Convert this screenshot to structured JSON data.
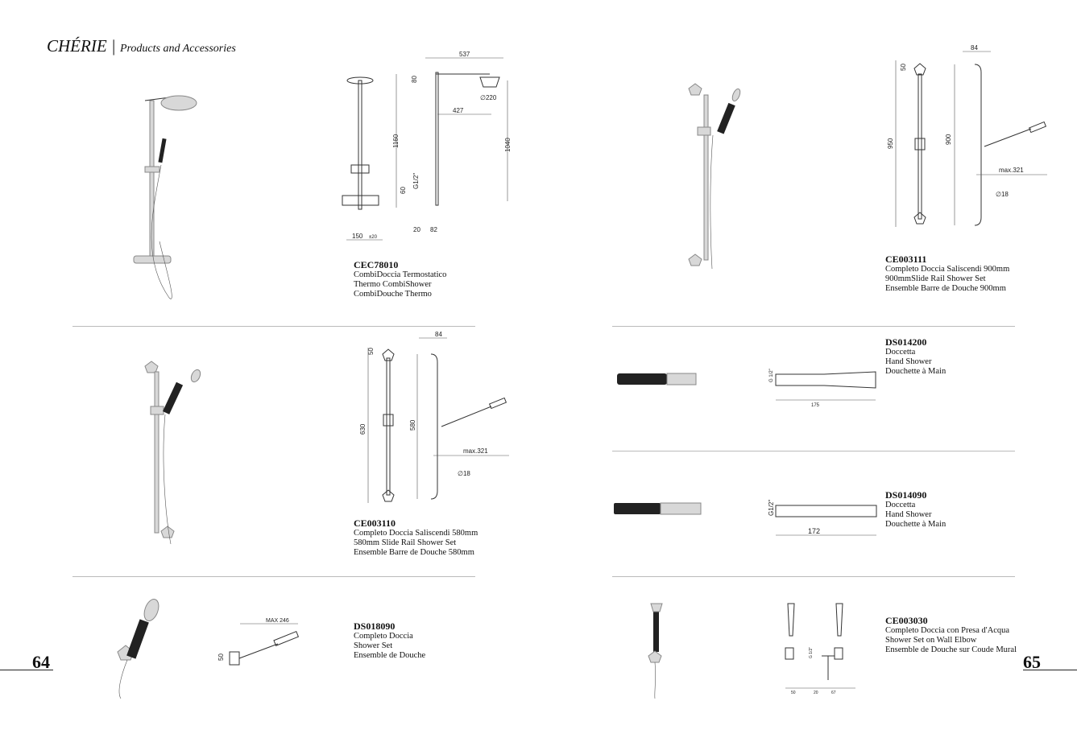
{
  "header": {
    "brand": "CHÉRIE",
    "divider": "|",
    "subtitle": "Products and Accessories"
  },
  "pages": {
    "left": "64",
    "right": "65"
  },
  "products": [
    {
      "code": "CEC78010",
      "lines": [
        "CombiDoccia Termostatico",
        "Thermo CombiShower",
        "CombiDouche Thermo"
      ],
      "dims": {
        "a": "537",
        "b": "80",
        "c": "∅220",
        "d": "427",
        "e": "1160",
        "f": "1040",
        "g": "G1/2\"",
        "h": "60",
        "i": "150",
        "j": "±20",
        "k": "20",
        "l": "82"
      }
    },
    {
      "code": "CE003110",
      "lines": [
        "Completo Doccia Saliscendi 580mm",
        "580mm Slide Rail Shower Set",
        "Ensemble Barre de Douche 580mm"
      ],
      "dims": {
        "a": "84",
        "b": "50",
        "c": "630",
        "d": "580",
        "e": "max.321",
        "f": "∅18"
      }
    },
    {
      "code": "DS018090",
      "lines": [
        "Completo Doccia",
        "Shower Set",
        "Ensemble de Douche"
      ],
      "dims": {
        "a": "MAX 246",
        "b": "50"
      }
    },
    {
      "code": "CE003111",
      "lines": [
        "Completo Doccia Saliscendi 900mm",
        "900mmSlide Rail Shower Set",
        "Ensemble Barre de Douche 900mm"
      ],
      "dims": {
        "a": "84",
        "b": "50",
        "c": "950",
        "d": "900",
        "e": "max.321",
        "f": "∅18"
      }
    },
    {
      "code": "DS014200",
      "lines": [
        "Doccetta",
        "Hand Shower",
        "Douchette à Main"
      ],
      "dims": {
        "a": "G 1/2\"",
        "b": "175"
      }
    },
    {
      "code": "DS014090",
      "lines": [
        "Doccetta",
        "Hand Shower",
        "Douchette à Main"
      ],
      "dims": {
        "a": "G1/2\"",
        "b": "172"
      }
    },
    {
      "code": "CE003030",
      "lines": [
        "Completo Doccia con Presa d'Acqua",
        "Shower Set on Wall Elbow",
        "Ensemble de Douche sur Coude Mural"
      ],
      "dims": {
        "a": "G 1/2\"",
        "b": "50",
        "c": "20",
        "d": "67"
      }
    }
  ]
}
